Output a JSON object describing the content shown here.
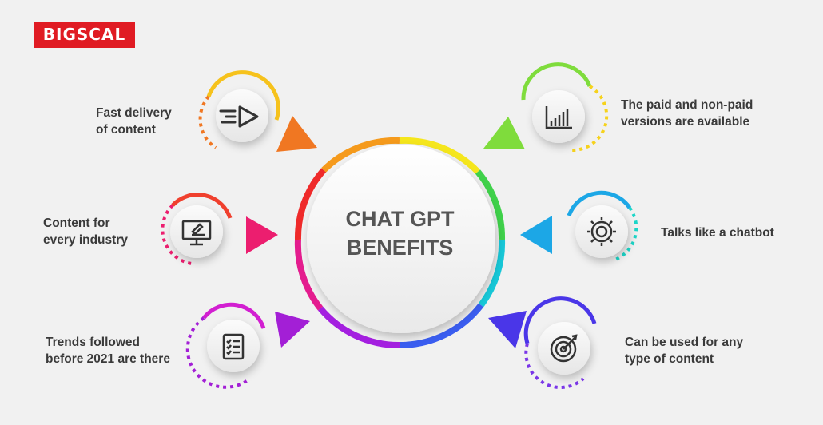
{
  "brand": {
    "logo_text": "BIGSCAL",
    "accent": "#e01b23"
  },
  "center": {
    "title": "CHAT GPT\nBENEFITS"
  },
  "benefits": [
    {
      "label": "Fast delivery\nof content",
      "icon": "fast-forward-icon",
      "color": "#f07722"
    },
    {
      "label": "Content for\nevery industry",
      "icon": "computer-monitor-icon",
      "color": "#ec1e6f"
    },
    {
      "label": "Trends followed\nbefore 2021 are there",
      "icon": "checklist-icon",
      "color": "#a31fd6"
    },
    {
      "label": "The paid and non-paid\nversions are available",
      "icon": "bar-chart-icon",
      "color": "#7fdc3c"
    },
    {
      "label": "Talks like a chatbot",
      "icon": "gear-icon",
      "color": "#1ca7e6"
    },
    {
      "label": "Can be used for any\ntype of content",
      "icon": "target-icon",
      "color": "#4a36e8"
    }
  ]
}
